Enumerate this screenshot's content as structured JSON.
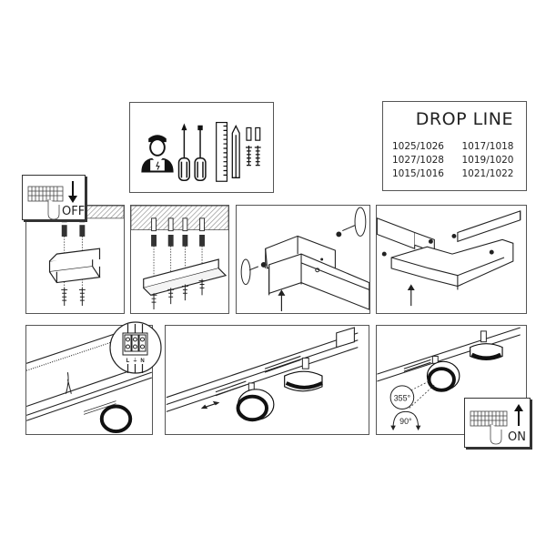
{
  "header": {
    "product_title": "DROP LINE",
    "model_codes": [
      "1025/1026",
      "1017/1018",
      "1027/1028",
      "1019/1020",
      "1015/1016",
      "1021/1022"
    ]
  },
  "tools_panel": {
    "icons": [
      "installer-person-icon",
      "flathead-screwdriver-icon",
      "phillips-screwdriver-icon",
      "ruler-icon",
      "pencil-icon",
      "wall-plug-icon",
      "screw-icon"
    ]
  },
  "steps": [
    {
      "id": 1,
      "description": "Mount short bracket to ceiling with 2 plugs and screws",
      "switch_label": "OFF"
    },
    {
      "id": 2,
      "description": "Mount long bracket to ceiling with 4 plugs and screws"
    },
    {
      "id": 3,
      "description": "Slide track profile onto bracket and fix with side screws"
    },
    {
      "id": 4,
      "description": "Join corner connector to track profiles with screws"
    },
    {
      "id": 5,
      "description": "Connect wires to terminal block",
      "terminal_labels": [
        "L",
        "⏚",
        "N"
      ]
    },
    {
      "id": 6,
      "description": "Attach and slide spotlights along track"
    },
    {
      "id": 7,
      "description": "Adjust spotlight rotation",
      "rotation_horizontal": "355°",
      "rotation_vertical": "90°",
      "switch_label": "ON"
    }
  ],
  "colors": {
    "line": "#333333",
    "border": "#555555",
    "hatch": "#9a9a9a",
    "lamp_ring": "#111111"
  }
}
